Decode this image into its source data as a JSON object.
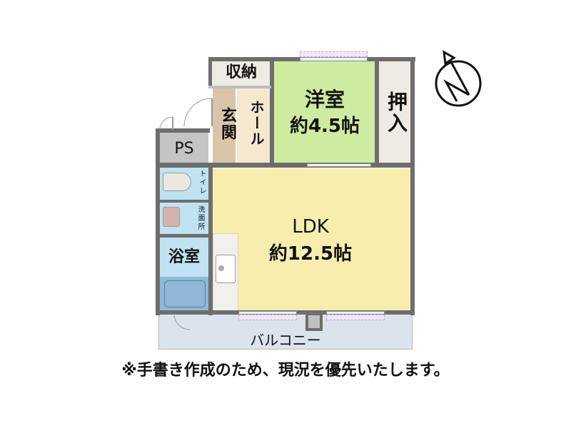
{
  "floorplan": {
    "rooms": {
      "storage": {
        "label": "収納"
      },
      "entrance": {
        "label": "玄関"
      },
      "hall": {
        "label": "ホール"
      },
      "western_room": {
        "label": "洋室",
        "size": "約4.5帖"
      },
      "closet": {
        "label": "押入"
      },
      "ps": {
        "label": "PS"
      },
      "toilet": {
        "label": "トイレ"
      },
      "washroom": {
        "label": "洗面所"
      },
      "bathroom": {
        "label": "浴室"
      },
      "ldk": {
        "label": "LDK",
        "size": "約12.5帖"
      },
      "balcony": {
        "label": "バルコニー"
      }
    },
    "compass": {
      "direction": "N"
    },
    "colors": {
      "western_room": "#cdeca0",
      "ldk": "#f7eeae",
      "entrance": "#d9c6a8",
      "hall": "#f6e8cf",
      "storage": "#efebe4",
      "closet": "#efebe4",
      "ps": "#c4c4c4",
      "wet_area": "#bfe3f1",
      "bathtub": "#8fb8d8",
      "balcony": "#dbe3ec",
      "kitchen": "#f1f0ea",
      "wall": "#6e6e6e"
    }
  },
  "footer": {
    "note": "※手書き作成のため、現況を優先いたします。"
  }
}
